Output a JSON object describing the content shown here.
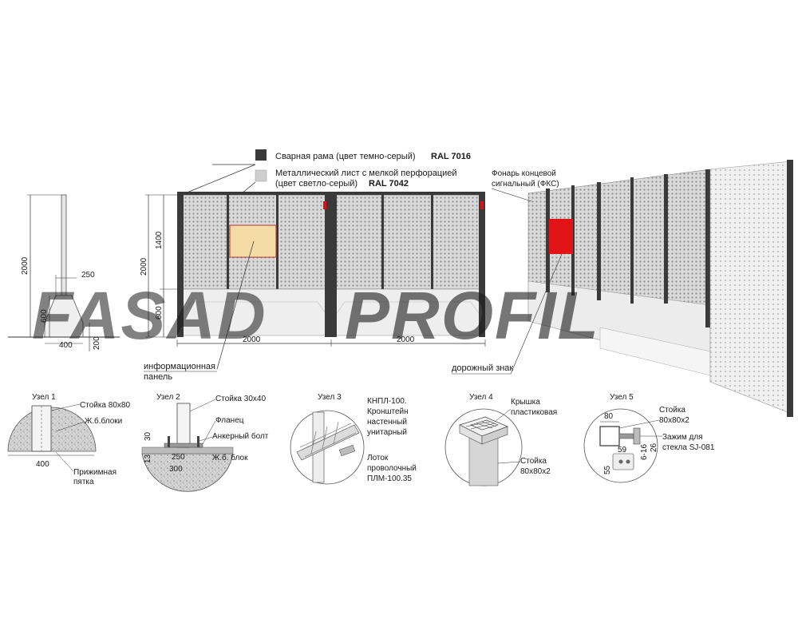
{
  "watermark": {
    "part1": "FASAD",
    "part2": "PROFIL",
    "color1": "#8c8c8c",
    "color2": "#e8868c"
  },
  "legend": {
    "frame_text": "Сварная рама (цвет темно-серый)",
    "frame_ral": "RAL 7016",
    "frame_color": "#3a3a3a",
    "sheet_line1": "Металлический лист с мелкой перфорацией",
    "sheet_line2": "(цвет светло-серый)",
    "sheet_ral": "RAL 7042",
    "sheet_color": "#cfcfcf"
  },
  "side_view": {
    "height": "2000",
    "top_width": "250",
    "base_height": "600",
    "base_width": "400",
    "foot_height": "200"
  },
  "elevation": {
    "total_height": "2000",
    "upper_height": "1400",
    "lower_height": "600",
    "span1": "2000",
    "span2": "2000"
  },
  "callouts": {
    "info_panel_line1": "информационная",
    "info_panel_line2": "панель",
    "lamp_line1": "Фонарь концевой",
    "lamp_line2": "сигнальный (ФКС)",
    "road_sign": "дорожный знак"
  },
  "nodes": {
    "n1": {
      "title": "Узел 1",
      "post": "Стойка 80х80",
      "blocks": "Ж.б.блоки",
      "width": "400",
      "heel_line1": "Прижимная",
      "heel_line2": "пятка"
    },
    "n2": {
      "title": "Узел 2",
      "post": "Стойка 30х40",
      "flange": "Фланец",
      "anchor": "Анкерный болт",
      "block": "Ж.б. блок",
      "d30": "30",
      "d13": "13",
      "d250": "250",
      "d300": "300"
    },
    "n3": {
      "title": "Узел 3",
      "l1": "КНПЛ-100.",
      "l2": "Кронштейн",
      "l3": "настенный",
      "l4": "унитарный",
      "l5": "Лоток",
      "l6": "проволочный",
      "l7": "ПЛМ-100.35"
    },
    "n4": {
      "title": "Узел 4",
      "cap1": "Крышка",
      "cap2": "пластиковая",
      "post1": "Стойка",
      "post2": "80х80х2"
    },
    "n5": {
      "title": "Узел 5",
      "post1": "Стойка",
      "post2": "80х80х2",
      "clamp1": "Зажим для",
      "clamp2": "стекла SJ-081",
      "d80": "80",
      "d59": "59",
      "d616": "6-16",
      "d26": "26",
      "d55": "55"
    }
  }
}
